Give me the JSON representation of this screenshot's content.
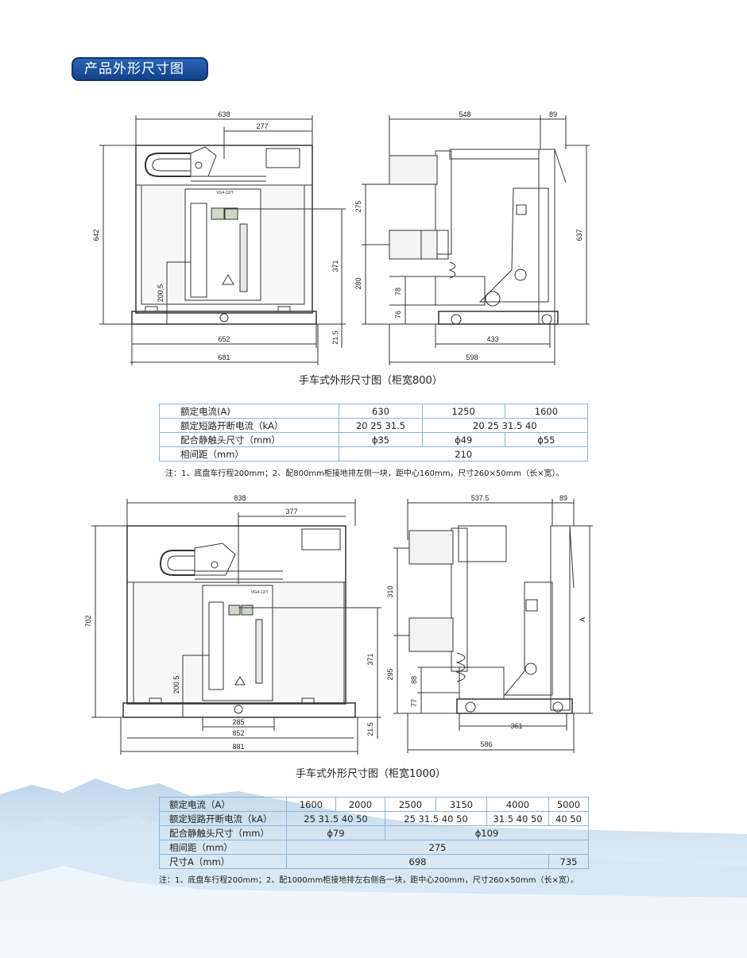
{
  "title": "产品外形尺寸图",
  "figure1": {
    "caption": "手车式外形尺寸图（柜宽800）",
    "front_dims": [
      "638",
      "277",
      "642",
      "200.5",
      "371",
      "652",
      "681",
      "21.5"
    ],
    "side_dims": [
      "548",
      "89",
      "275",
      "280",
      "78",
      "76",
      "637",
      "433",
      "598"
    ],
    "plate_text": "VG4-12/T"
  },
  "table1": {
    "rows": [
      {
        "label": "额定电流(A)",
        "cells": [
          "630",
          "1250",
          "1600"
        ]
      },
      {
        "label": "额定短路开断电流（kA）",
        "cells": [
          "20  25  31.5",
          "20  25  31.5  40"
        ]
      },
      {
        "label": "配合静触头尺寸（mm）",
        "cells": [
          "ϕ35",
          "ϕ49",
          "ϕ55"
        ]
      },
      {
        "label": "相间距（mm）",
        "cells": [
          "210"
        ]
      }
    ],
    "note": "注：1、底盘车行程200mm；2、配800mm柜接地排左侧一块，距中心160mm，尺寸260×50mm（长×宽）。"
  },
  "figure2": {
    "caption": "手车式外形尺寸图（柜宽1000）",
    "front_dims": [
      "838",
      "377",
      "702",
      "200.5",
      "371",
      "285",
      "852",
      "881",
      "21.5"
    ],
    "side_dims": [
      "537.5",
      "89",
      "310",
      "295",
      "88",
      "77",
      "A",
      "361",
      "586"
    ],
    "plate_text": "VG4-12/T"
  },
  "table2": {
    "rows": [
      {
        "label": "额定电流（A）",
        "cells": [
          "1600",
          "2000",
          "2500",
          "3150",
          "4000",
          "5000"
        ]
      },
      {
        "label": "额定短路开断电流（kA）",
        "cells": [
          "25  31.5  40  50",
          "25  31.5  40  50",
          "31.5 40 50",
          "40 50"
        ]
      },
      {
        "label": "配合静触头尺寸（mm）",
        "cells": [
          "ϕ79",
          "ϕ109"
        ]
      },
      {
        "label": "相间距（mm）",
        "cells": [
          "275"
        ]
      },
      {
        "label": "尺寸A（mm）",
        "cells": [
          "698",
          "735"
        ]
      }
    ],
    "note": "注：1、底盘车行程200mm；2、配1000mm柜接地排左右侧各一块，距中心200mm，尺寸260×50mm（长×宽）。"
  },
  "colors": {
    "badge": "#1d4f9c",
    "table_border": "#8fb3d6",
    "line": "#333333"
  }
}
